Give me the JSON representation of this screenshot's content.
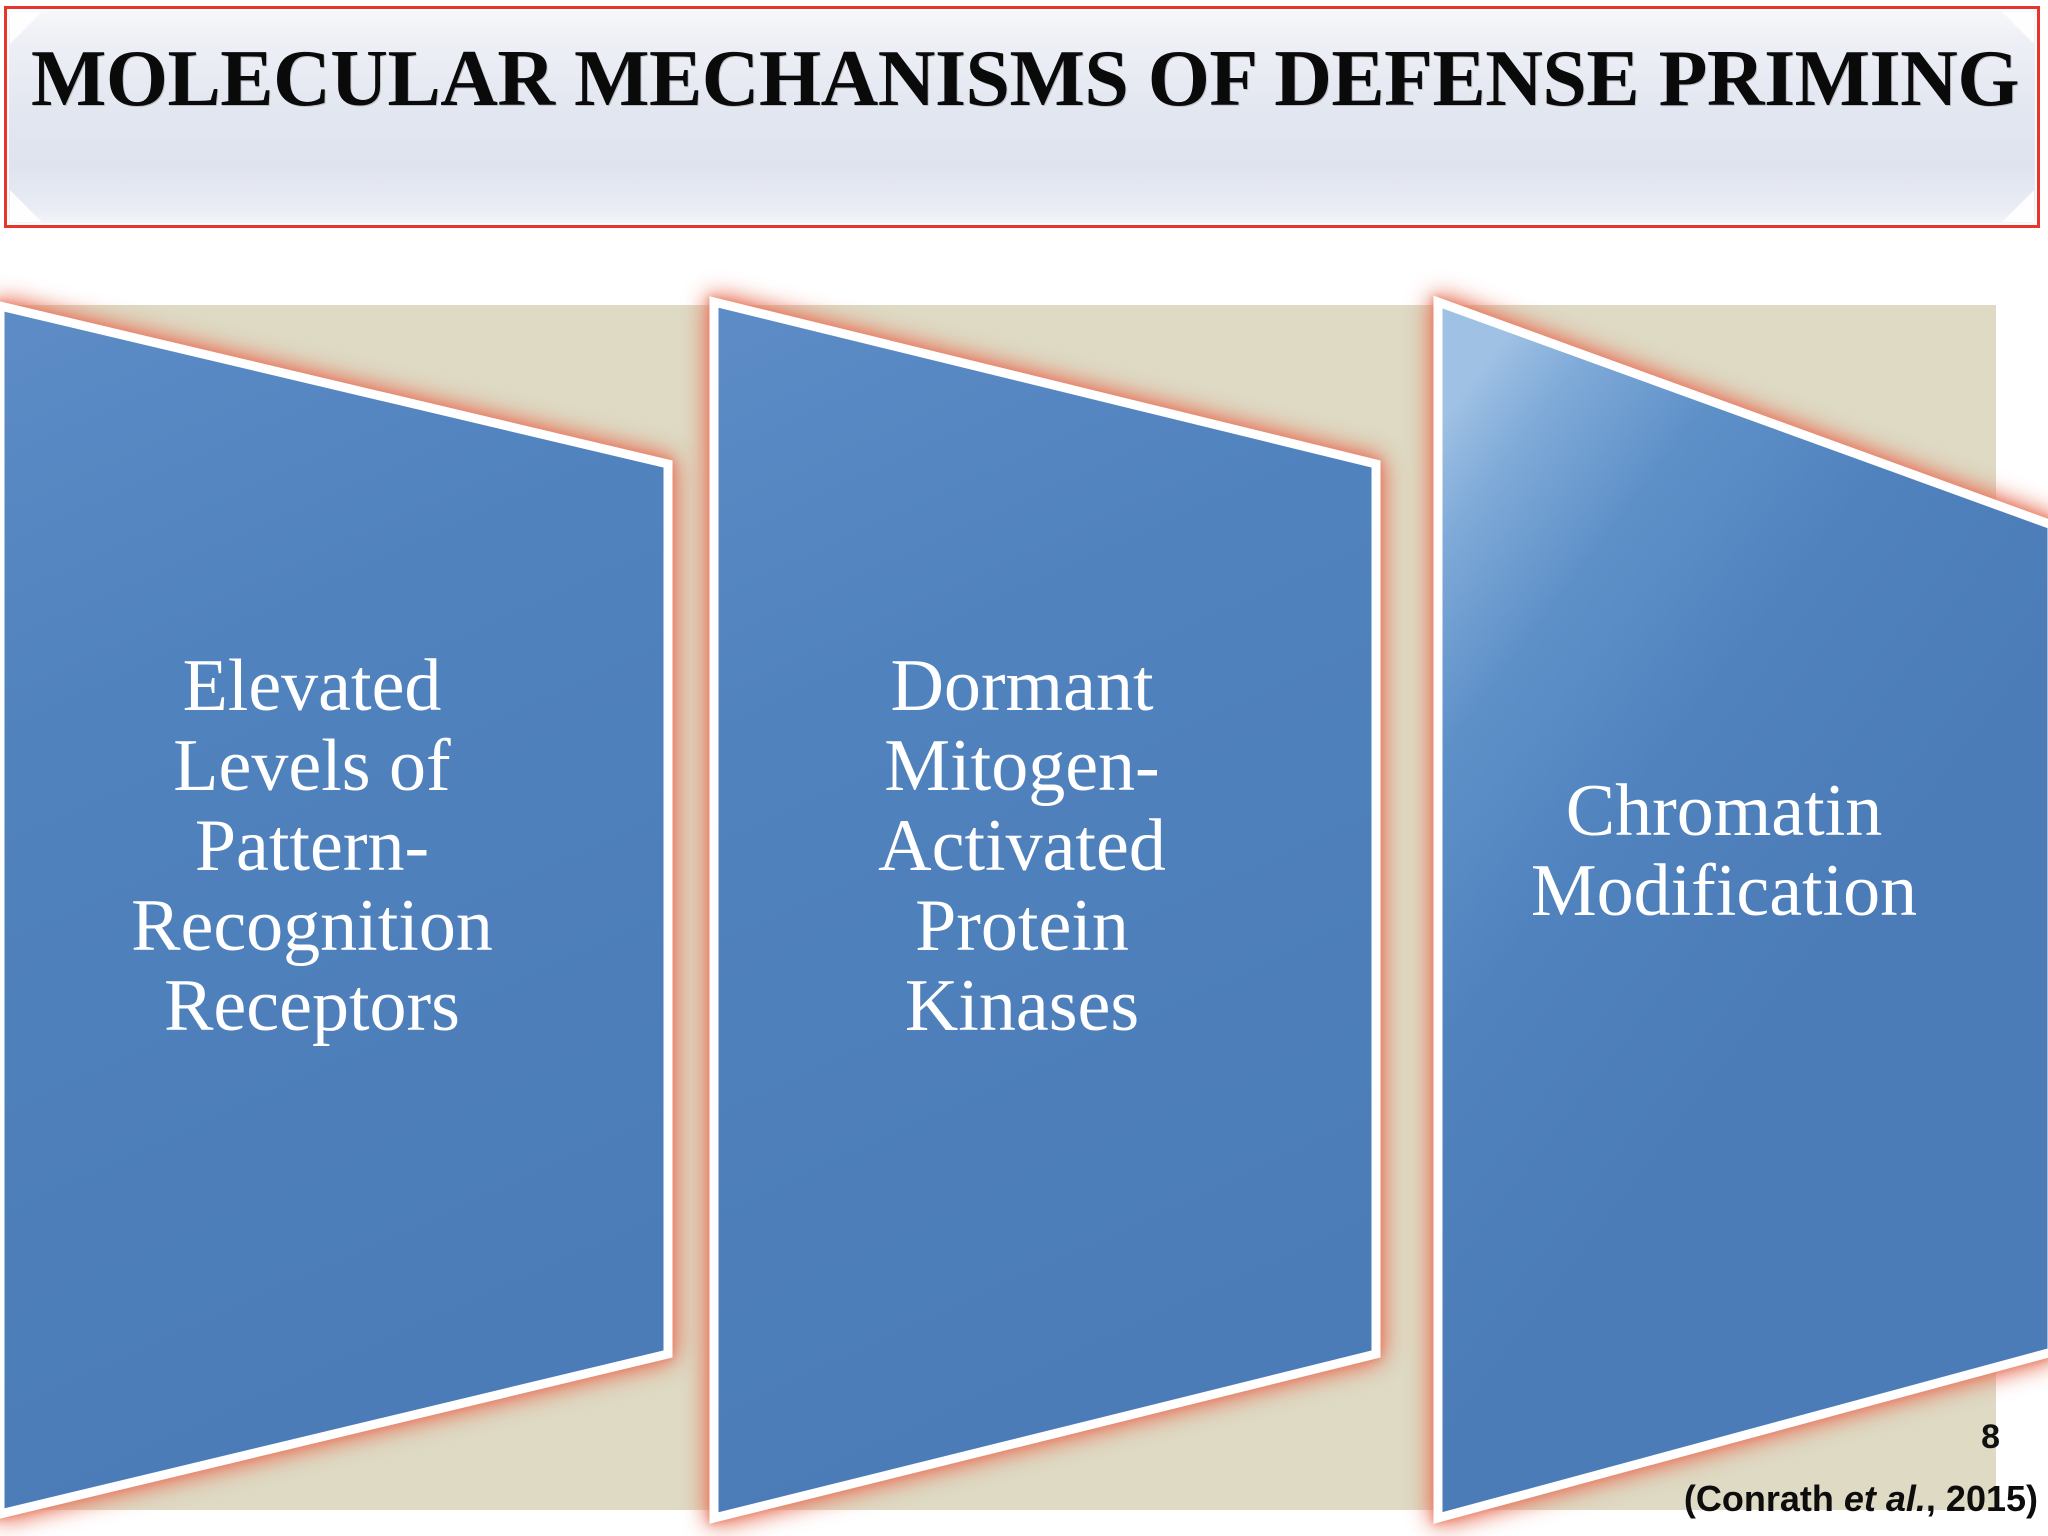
{
  "slide": {
    "title": "MOLECULAR MECHANISMS OF DEFENSE PRIMING",
    "page_number": "8",
    "citation": {
      "prefix": "(Conrath ",
      "italic": "et al.",
      "suffix": ", 2015)"
    },
    "colors": {
      "banner_border": "#E8342A",
      "banner_fill": "#E3E7F0",
      "panel_background": "#DEDAC4",
      "chevron_blue": "#5082BE",
      "chevron_glow": "#E8785F",
      "chevron_text": "#FFFFFF",
      "title_text": "#000000"
    },
    "chevrons": [
      {
        "id": "prr",
        "label": "Elevated\nLevels of\nPattern-\nRecognition\nReceptors"
      },
      {
        "id": "mapk",
        "label": "Dormant\nMitogen-\nActivated\nProtein\nKinases"
      },
      {
        "id": "chromatin",
        "label": "Chromatin\nModification"
      }
    ]
  }
}
